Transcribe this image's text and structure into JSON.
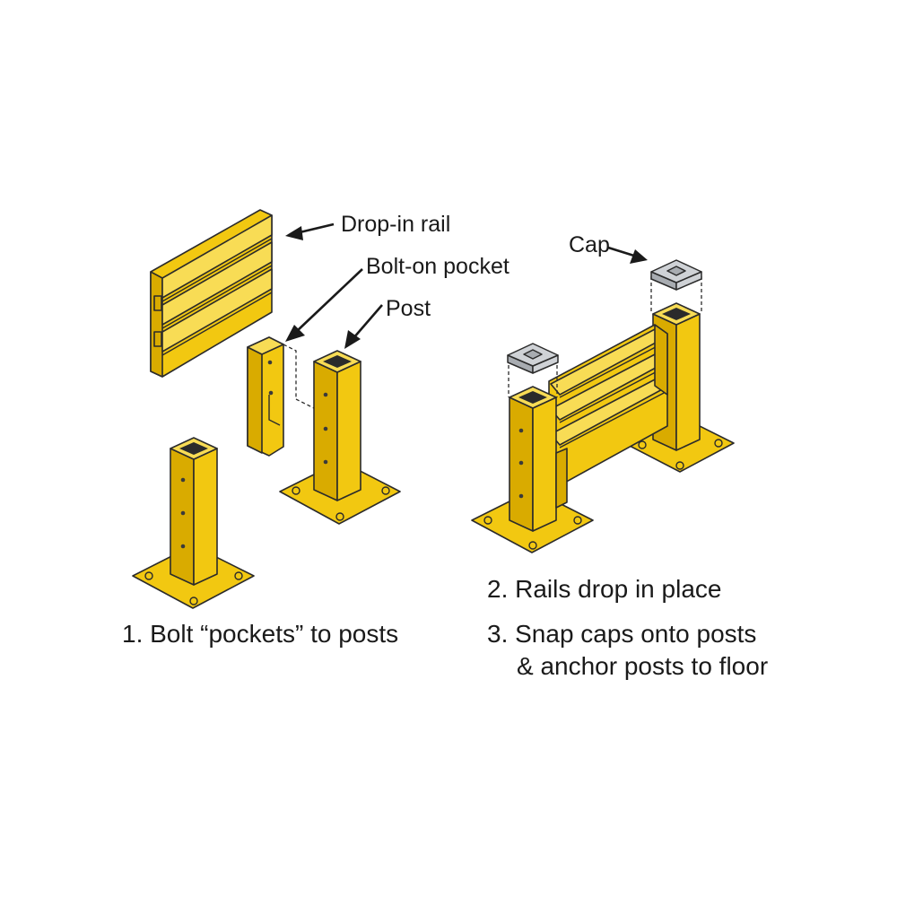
{
  "callouts": {
    "drop_in_rail": "Drop-in rail",
    "bolt_on_pocket": "Bolt-on pocket",
    "post": "Post",
    "cap": "Cap"
  },
  "steps": {
    "step1": "1. Bolt “pockets” to posts",
    "step2": "2. Rails drop in place",
    "step3_line1": "3. Snap caps onto posts",
    "step3_line2": "& anchor posts to floor"
  },
  "colors": {
    "steel_yellow": "#f2c811",
    "cap_gray": "#cfd2d6",
    "outline": "#2b2b2b"
  }
}
